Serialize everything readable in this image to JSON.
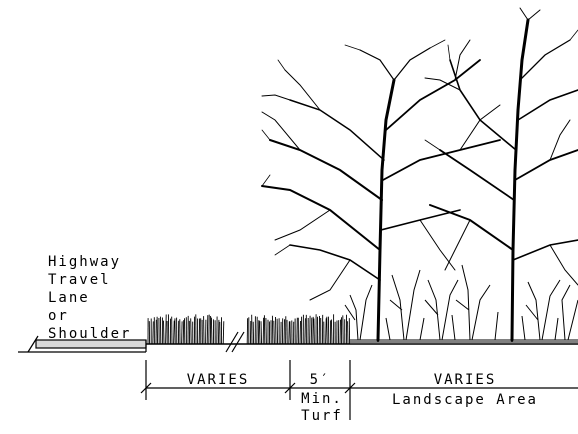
{
  "highway_label": {
    "line1": "Highway",
    "line2": "Travel",
    "line3": "Lane",
    "line4": "or",
    "line5": "Shoulder"
  },
  "dimensions": {
    "grass_width": "VARIES",
    "turf_width": "5′",
    "turf_note_line1": "Min.",
    "turf_note_line2": "Turf",
    "landscape_width": "VARIES",
    "landscape_note": "Landscape Area"
  },
  "colors": {
    "line": "#000000",
    "shoulder_fill": "#d9d9d9"
  }
}
